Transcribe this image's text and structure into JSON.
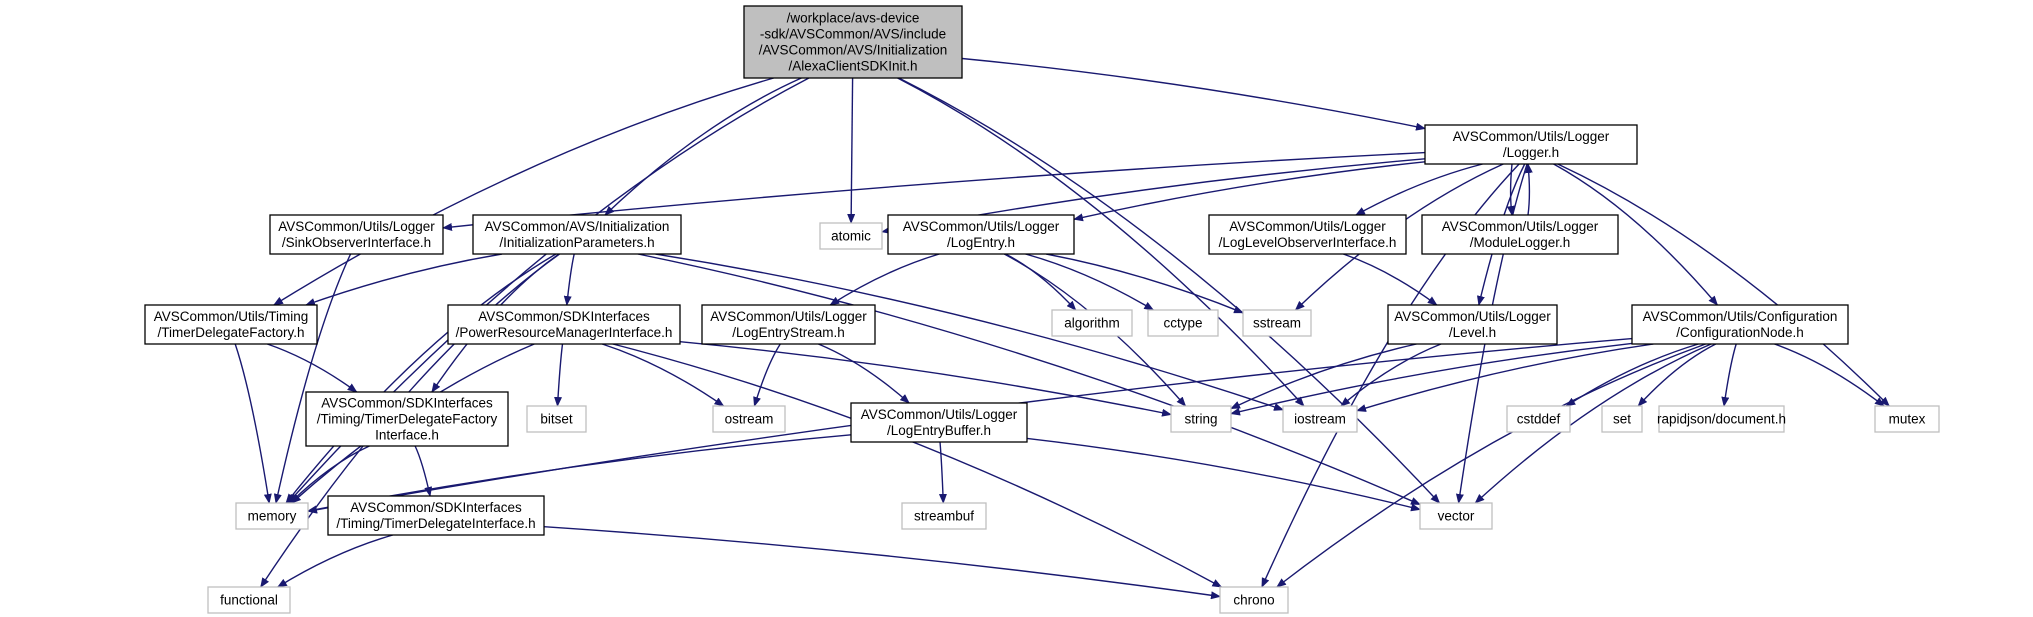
{
  "colors": {
    "edge": "#191970",
    "root_fill": "#bfbfbf",
    "root_border": "#000000",
    "header_border": "#000000",
    "system_border": "#bfbfbf",
    "node_fill": "#ffffff"
  },
  "nodes": [
    {
      "id": "root",
      "kind": "root",
      "lines": [
        "/workplace/avs-device",
        "-sdk/AVSCommon/AVS/include",
        "/AVSCommon/AVS/Initialization",
        "/AlexaClientSDKInit.h"
      ]
    },
    {
      "id": "logger",
      "kind": "header",
      "lines": [
        "AVSCommon/Utils/Logger",
        "/Logger.h"
      ]
    },
    {
      "id": "sinkobs",
      "kind": "header",
      "lines": [
        "AVSCommon/Utils/Logger",
        "/SinkObserverInterface.h"
      ]
    },
    {
      "id": "initparams",
      "kind": "header",
      "lines": [
        "AVSCommon/AVS/Initialization",
        "/InitializationParameters.h"
      ]
    },
    {
      "id": "atomic",
      "kind": "system",
      "lines": [
        "atomic"
      ]
    },
    {
      "id": "logentry",
      "kind": "header",
      "lines": [
        "AVSCommon/Utils/Logger",
        "/LogEntry.h"
      ]
    },
    {
      "id": "loglevelobs",
      "kind": "header",
      "lines": [
        "AVSCommon/Utils/Logger",
        "/LogLevelObserverInterface.h"
      ]
    },
    {
      "id": "modulelogger",
      "kind": "header",
      "lines": [
        "AVSCommon/Utils/Logger",
        "/ModuleLogger.h"
      ]
    },
    {
      "id": "timerfactory",
      "kind": "header",
      "lines": [
        "AVSCommon/Utils/Timing",
        "/TimerDelegateFactory.h"
      ]
    },
    {
      "id": "powerres",
      "kind": "header",
      "lines": [
        "AVSCommon/SDKInterfaces",
        "/PowerResourceManagerInterface.h"
      ]
    },
    {
      "id": "logentrystream",
      "kind": "header",
      "lines": [
        "AVSCommon/Utils/Logger",
        "/LogEntryStream.h"
      ]
    },
    {
      "id": "algorithm",
      "kind": "system",
      "lines": [
        "algorithm"
      ]
    },
    {
      "id": "cctype",
      "kind": "system",
      "lines": [
        "cctype"
      ]
    },
    {
      "id": "sstream",
      "kind": "system",
      "lines": [
        "sstream"
      ]
    },
    {
      "id": "level",
      "kind": "header",
      "lines": [
        "AVSCommon/Utils/Logger",
        "/Level.h"
      ]
    },
    {
      "id": "confignode",
      "kind": "header",
      "lines": [
        "AVSCommon/Utils/Configuration",
        "/ConfigurationNode.h"
      ]
    },
    {
      "id": "sdktimerfactory",
      "kind": "header",
      "lines": [
        "AVSCommon/SDKInterfaces",
        "/Timing/TimerDelegateFactory",
        "Interface.h"
      ]
    },
    {
      "id": "bitset",
      "kind": "system",
      "lines": [
        "bitset"
      ]
    },
    {
      "id": "ostream",
      "kind": "system",
      "lines": [
        "ostream"
      ]
    },
    {
      "id": "logentrybuffer",
      "kind": "header",
      "lines": [
        "AVSCommon/Utils/Logger",
        "/LogEntryBuffer.h"
      ]
    },
    {
      "id": "string",
      "kind": "system",
      "lines": [
        "string"
      ]
    },
    {
      "id": "iostream",
      "kind": "system",
      "lines": [
        "iostream"
      ]
    },
    {
      "id": "cstddef",
      "kind": "system",
      "lines": [
        "cstddef"
      ]
    },
    {
      "id": "set",
      "kind": "system",
      "lines": [
        "set"
      ]
    },
    {
      "id": "rapidjson",
      "kind": "system",
      "lines": [
        "rapidjson/document.h"
      ]
    },
    {
      "id": "mutex",
      "kind": "system",
      "lines": [
        "mutex"
      ]
    },
    {
      "id": "memory",
      "kind": "system",
      "lines": [
        "memory"
      ]
    },
    {
      "id": "timerdelegate",
      "kind": "header",
      "lines": [
        "AVSCommon/SDKInterfaces",
        "/Timing/TimerDelegateInterface.h"
      ]
    },
    {
      "id": "streambuf",
      "kind": "system",
      "lines": [
        "streambuf"
      ]
    },
    {
      "id": "vector",
      "kind": "system",
      "lines": [
        "vector"
      ]
    },
    {
      "id": "functional",
      "kind": "system",
      "lines": [
        "functional"
      ]
    },
    {
      "id": "chrono",
      "kind": "system",
      "lines": [
        "chrono"
      ]
    }
  ],
  "edges": [
    {
      "from": "root",
      "to": "memory"
    },
    {
      "from": "root",
      "to": "timerfactory"
    },
    {
      "from": "root",
      "to": "initparams"
    },
    {
      "from": "root",
      "to": "atomic"
    },
    {
      "from": "root",
      "to": "iostream"
    },
    {
      "from": "root",
      "to": "logger"
    },
    {
      "from": "root",
      "to": "vector"
    },
    {
      "from": "logger",
      "to": "sinkobs"
    },
    {
      "from": "logger",
      "to": "atomic"
    },
    {
      "from": "logger",
      "to": "logentry"
    },
    {
      "from": "logger",
      "to": "loglevelobs"
    },
    {
      "from": "logger",
      "to": "modulelogger"
    },
    {
      "from": "logger",
      "to": "sstream"
    },
    {
      "from": "logger",
      "to": "level"
    },
    {
      "from": "logger",
      "to": "vector"
    },
    {
      "from": "logger",
      "to": "confignode"
    },
    {
      "from": "logger",
      "to": "mutex"
    },
    {
      "from": "logger",
      "to": "chrono"
    },
    {
      "from": "modulelogger",
      "to": "logger"
    },
    {
      "from": "sinkobs",
      "to": "memory"
    },
    {
      "from": "initparams",
      "to": "timerfactory"
    },
    {
      "from": "initparams",
      "to": "memory"
    },
    {
      "from": "initparams",
      "to": "sdktimerfactory"
    },
    {
      "from": "initparams",
      "to": "powerres"
    },
    {
      "from": "initparams",
      "to": "vector"
    },
    {
      "from": "initparams",
      "to": "iostream"
    },
    {
      "from": "initparams",
      "to": "functional"
    },
    {
      "from": "logentry",
      "to": "logentrystream"
    },
    {
      "from": "logentry",
      "to": "algorithm"
    },
    {
      "from": "logentry",
      "to": "cctype"
    },
    {
      "from": "logentry",
      "to": "sstream"
    },
    {
      "from": "logentry",
      "to": "string"
    },
    {
      "from": "loglevelobs",
      "to": "level"
    },
    {
      "from": "timerfactory",
      "to": "sdktimerfactory"
    },
    {
      "from": "timerfactory",
      "to": "memory"
    },
    {
      "from": "powerres",
      "to": "bitset"
    },
    {
      "from": "powerres",
      "to": "ostream"
    },
    {
      "from": "powerres",
      "to": "string"
    },
    {
      "from": "powerres",
      "to": "memory"
    },
    {
      "from": "powerres",
      "to": "chrono"
    },
    {
      "from": "logentrystream",
      "to": "ostream"
    },
    {
      "from": "logentrystream",
      "to": "logentrybuffer"
    },
    {
      "from": "level",
      "to": "string"
    },
    {
      "from": "level",
      "to": "iostream"
    },
    {
      "from": "confignode",
      "to": "memory"
    },
    {
      "from": "confignode",
      "to": "string"
    },
    {
      "from": "confignode",
      "to": "iostream"
    },
    {
      "from": "confignode",
      "to": "cstddef"
    },
    {
      "from": "confignode",
      "to": "set"
    },
    {
      "from": "confignode",
      "to": "rapidjson"
    },
    {
      "from": "confignode",
      "to": "mutex"
    },
    {
      "from": "confignode",
      "to": "vector"
    },
    {
      "from": "confignode",
      "to": "chrono"
    },
    {
      "from": "sdktimerfactory",
      "to": "memory"
    },
    {
      "from": "sdktimerfactory",
      "to": "timerdelegate"
    },
    {
      "from": "logentrybuffer",
      "to": "memory"
    },
    {
      "from": "logentrybuffer",
      "to": "streambuf"
    },
    {
      "from": "logentrybuffer",
      "to": "vector"
    },
    {
      "from": "timerdelegate",
      "to": "functional"
    },
    {
      "from": "timerdelegate",
      "to": "chrono"
    }
  ]
}
